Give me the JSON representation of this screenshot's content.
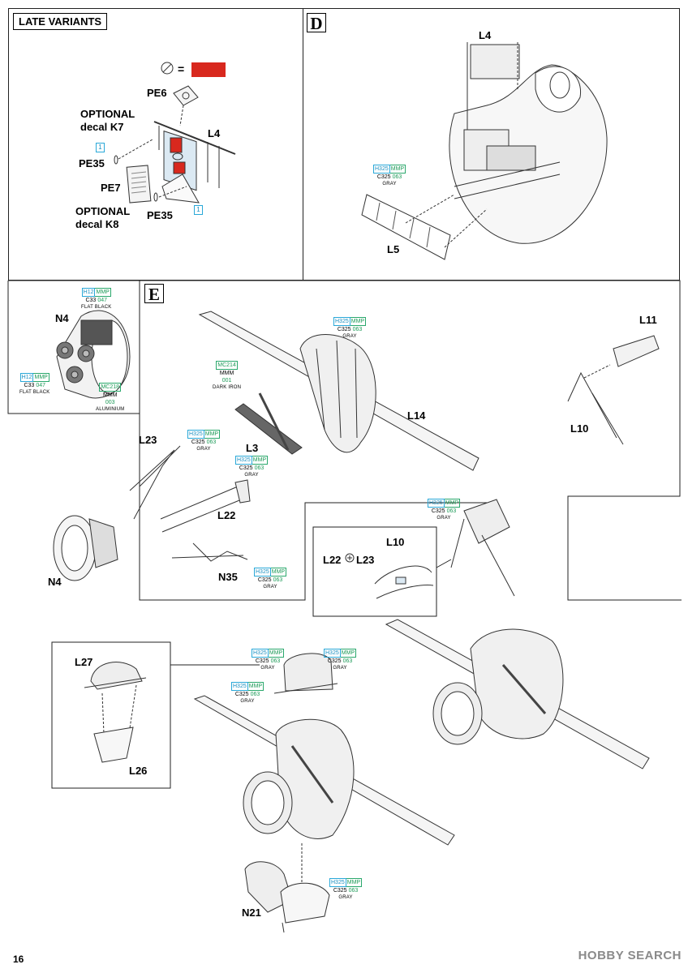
{
  "page_number": "16",
  "watermark": "HOBBY SEARCH",
  "late_variants": {
    "title": "LATE VARIANTS",
    "paint_legend_symbol": "=",
    "red_color": "#d8281e",
    "labels": {
      "pe6": "PE6",
      "optional_k7_line1": "OPTIONAL",
      "optional_k7_line2": "decal K7",
      "l4": "L4",
      "pe35_left": "PE35",
      "pe7": "PE7",
      "optional_k8_line1": "OPTIONAL",
      "optional_k8_line2": "decal K8",
      "pe35_bottom": "PE35",
      "one_a": "1",
      "one_b": "1"
    }
  },
  "step_d": {
    "letter": "D",
    "labels": {
      "l4": "L4",
      "l5": "L5"
    },
    "callout": {
      "h": "H325",
      "mmp": "MMP",
      "c": "C325",
      "n": "063",
      "name": "GRAY"
    }
  },
  "step_e": {
    "letter": "E",
    "engine_inset": {
      "label": "N4",
      "callouts": [
        {
          "h": "H12",
          "mmp": "MMP",
          "c": "C33",
          "n": "047",
          "name": "FLAT BLACK"
        },
        {
          "h": "H12",
          "mmp": "MMP",
          "c": "C33",
          "n": "047",
          "name": "FLAT BLACK"
        },
        {
          "mc": "MC218",
          "mmm": "MMM",
          "n": "003",
          "name": "ALUMINIUM"
        }
      ]
    },
    "labels": {
      "l14": "L14",
      "l11": "L11",
      "l10": "L10",
      "l23": "L23",
      "l3": "L3",
      "l22": "L22",
      "n4": "N4",
      "n35": "N35",
      "l27": "L27",
      "l26": "L26",
      "n21": "N21",
      "detail_l10": "L10",
      "detail_l22": "L22",
      "detail_l23": "L23"
    },
    "callouts": {
      "dark_iron": {
        "mc": "MC214",
        "mmm": "MMM",
        "n": "001",
        "name": "DARK IRON"
      },
      "gray": {
        "h": "H325",
        "mmp": "MMP",
        "c": "C325",
        "n": "063",
        "name": "GRAY"
      }
    }
  }
}
